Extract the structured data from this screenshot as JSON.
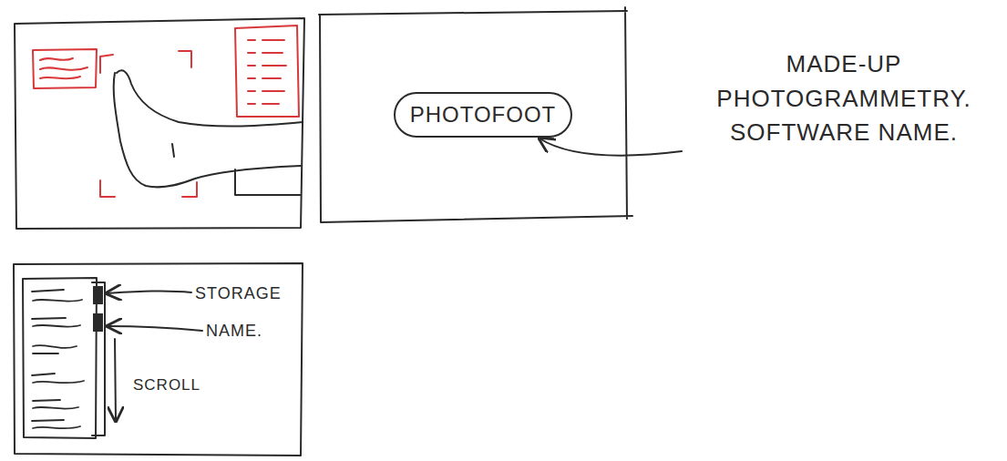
{
  "diagram": {
    "nodes": [
      {
        "text": [
          "PHOTOFOOT"
        ]
      }
    ],
    "labels": [
      "MADE-UP PHOTOGRAMMETRY. SOFTWARE NAME.",
      "STORAGE",
      "NAME.",
      "SCROLL"
    ]
  }
}
